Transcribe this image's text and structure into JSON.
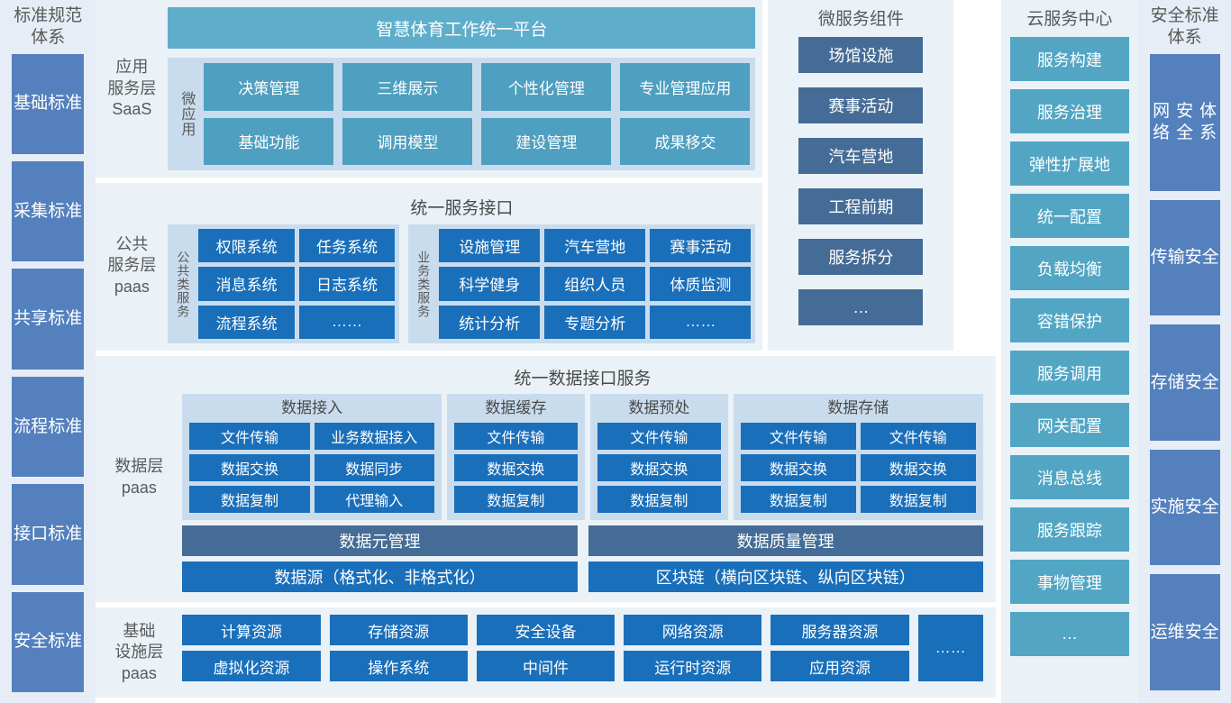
{
  "standards_col": {
    "title": "标准规范\n体系",
    "title_lines": [
      "标准规范",
      "体系"
    ],
    "items": [
      {
        "label": "基础\n标准",
        "lines": [
          "基础",
          "标准"
        ]
      },
      {
        "label": "采集\n标准",
        "lines": [
          "采集",
          "标准"
        ]
      },
      {
        "label": "共享\n标准",
        "lines": [
          "共享",
          "标准"
        ]
      },
      {
        "label": "流程\n标准",
        "lines": [
          "流程",
          "标准"
        ]
      },
      {
        "label": "接口\n标准",
        "lines": [
          "接口",
          "标准"
        ]
      },
      {
        "label": "安全\n标准",
        "lines": [
          "安全",
          "标准"
        ]
      }
    ]
  },
  "app_layer": {
    "layer_label_lines": [
      "应用",
      "服务层",
      "SaaS"
    ],
    "platform_bar": "智慧体育工作统一平台",
    "vertical_label": "微应用",
    "tiles_row1": [
      "决策管理",
      "三维展示",
      "个性化管理",
      "专业管理应用"
    ],
    "tiles_row2": [
      "基础功能",
      "调用模型",
      "建设管理",
      "成果移交"
    ]
  },
  "service_layer": {
    "layer_label_lines": [
      "公共",
      "服务层",
      "paas"
    ],
    "header_bar": "统一服务接口",
    "group_common": {
      "vertical_label": "公共类服务",
      "tiles": [
        "权限系统",
        "任务系统",
        "消息系统",
        "日志系统",
        "流程系统",
        "……"
      ]
    },
    "group_business": {
      "vertical_label": "业务类服务",
      "tiles": [
        "设施管理",
        "汽车营地",
        "赛事活动",
        "科学健身",
        "组织人员",
        "体质监测",
        "统计分析",
        "专题分析",
        "……"
      ]
    }
  },
  "data_layer": {
    "layer_label_lines": [
      "数据层",
      "paas"
    ],
    "header_bar": "统一数据接口服务",
    "groups": [
      {
        "title": "数据接入",
        "cols": 2,
        "tiles": [
          "文件传输",
          "业务数据接入",
          "数据交换",
          "数据同步",
          "数据复制",
          "代理输入"
        ]
      },
      {
        "title": "数据缓存",
        "cols": 1,
        "tiles": [
          "文件传输",
          "数据交换",
          "数据复制"
        ]
      },
      {
        "title": "数据预处",
        "cols": 1,
        "tiles": [
          "文件传输",
          "数据交换",
          "数据复制"
        ]
      },
      {
        "title": "数据存储",
        "cols": 2,
        "tiles": [
          "文件传输",
          "文件传输",
          "数据交换",
          "数据交换",
          "数据复制",
          "数据复制"
        ]
      }
    ],
    "mgmt_bars": [
      "数据元管理",
      "数据质量管理"
    ],
    "source_bars": [
      "数据源（格式化、非格式化）",
      "区块链（横向区块链、纵向区块链）"
    ]
  },
  "infra_layer": {
    "layer_label_lines": [
      "基础",
      "设施层",
      "paas"
    ],
    "tiles_row1": [
      "计算资源",
      "存储资源",
      "安全设备",
      "网络资源",
      "服务器资源"
    ],
    "tiles_row2": [
      "虚拟化资源",
      "操作系统",
      "中间件",
      "运行时资源",
      "应用资源"
    ],
    "dots": "……"
  },
  "micro_col": {
    "title": "微服务组件",
    "items": [
      "场馆设施",
      "赛事活动",
      "汽车营地",
      "工程前期",
      "服务拆分",
      "…"
    ]
  },
  "cloud_col": {
    "title": "云服务中心",
    "items": [
      "服务构建",
      "服务治理",
      "弹性扩展地",
      "统一配置",
      "负载均衡",
      "容错保护",
      "服务调用",
      "网关配置",
      "消息总线",
      "服务跟踪",
      "事物管理",
      "…"
    ]
  },
  "security_col": {
    "title_lines": [
      "安全标准",
      "体系"
    ],
    "items": [
      {
        "lines": [
          "网络",
          "安全",
          "体系"
        ]
      },
      {
        "lines": [
          "传输",
          "安全"
        ]
      },
      {
        "lines": [
          "存储",
          "安全"
        ]
      },
      {
        "lines": [
          "实施",
          "安全"
        ]
      },
      {
        "lines": [
          "运维",
          "安全"
        ]
      }
    ]
  },
  "colors": {
    "teal": "#4e9fc0",
    "blue": "#1a6fba",
    "slate": "#456c96",
    "std_blue": "#5480bd",
    "cloud_blue": "#52a6c4",
    "panel_bg": "#eaf2f7",
    "group_bg": "#c9dced",
    "side_bg": "#e7edf6"
  }
}
